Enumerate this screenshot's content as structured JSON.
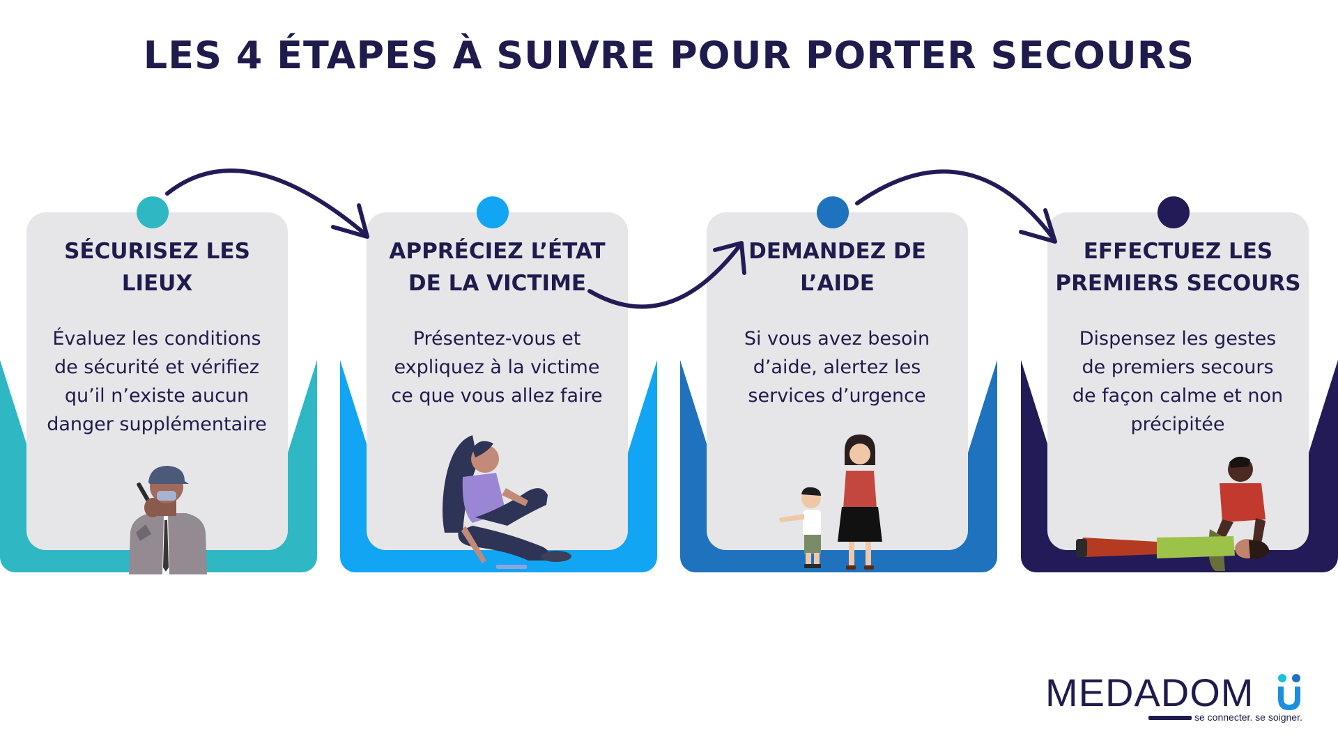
{
  "title": "LES 4 ÉTAPES À SUIVRE POUR PORTER SECOURS",
  "colors": {
    "navy": "#1f1b4d",
    "panel": "#e6e6e8",
    "step1": "#2fb8c4",
    "step2": "#12a5f4",
    "step3": "#1f72be",
    "step4": "#231b57"
  },
  "steps": [
    {
      "heading_line1": "SÉCURISEZ LES",
      "heading_line2": "LIEUX",
      "body_line1": "Évaluez les conditions",
      "body_line2": "de sécurité et vérifiez",
      "body_line3": "qu’il n’existe aucun",
      "body_line4": "danger supplémentaire",
      "illustration": "security-guard-on-radio"
    },
    {
      "heading_line1": "APPRÉCIEZ L’ÉTAT",
      "heading_line2": "DE LA VICTIME",
      "body_line1": "Présentez-vous et",
      "body_line2": "expliquez à la victime",
      "body_line3": "ce que vous allez faire",
      "body_line4": "",
      "illustration": "woman-sitting-on-floor"
    },
    {
      "heading_line1": "DEMANDEZ DE",
      "heading_line2": "L’AIDE",
      "body_line1": "Si vous avez besoin",
      "body_line2": "d’aide, alertez les",
      "body_line3": "services d’urgence",
      "body_line4": "",
      "illustration": "child-pointing-and-woman"
    },
    {
      "heading_line1": "EFFECTUEZ LES",
      "heading_line2": "PREMIERS SECOURS",
      "body_line1": "Dispensez les gestes",
      "body_line2": "de premiers secours",
      "body_line3": "de façon calme et non",
      "body_line4": "précipitée",
      "illustration": "rescuer-helping-lying-person"
    }
  ],
  "logo": {
    "wordmark": "MEDADOM",
    "tagline": "se connecter. se soigner."
  }
}
